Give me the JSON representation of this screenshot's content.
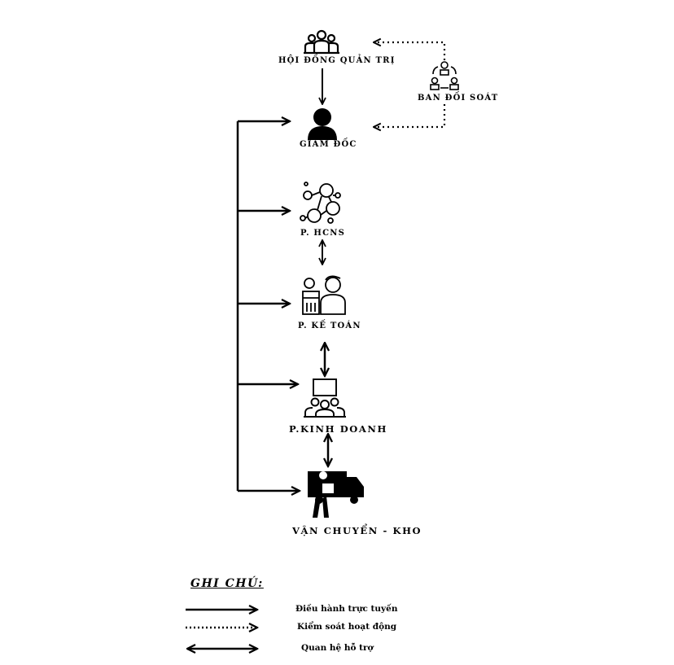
{
  "nodes": {
    "board": "HỘI ĐỒNG QUẢN TRỊ",
    "control": "BAN ĐỐI SOÁT",
    "director": "GIÁM ĐỐC",
    "hr": "P. HCNS",
    "accounting": "P. KẾ TOÁN",
    "sales": "P.KINH DOANH",
    "logistics": "VẬN CHUYỂN - KHO"
  },
  "legend": {
    "title": "GHI CHÚ:",
    "items": [
      {
        "style": "solid-arrow",
        "text": "Điều hành trực tuyến"
      },
      {
        "style": "dotted-arrow",
        "text": "Kiểm soát hoạt động"
      },
      {
        "style": "double-arrow",
        "text": "Quan hệ hỗ trợ"
      }
    ]
  }
}
